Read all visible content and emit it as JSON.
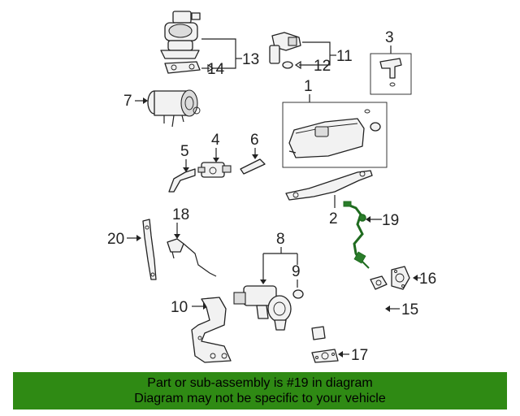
{
  "callouts": {
    "c1": "1",
    "c2": "2",
    "c3": "3",
    "c4": "4",
    "c5": "5",
    "c6": "6",
    "c7": "7",
    "c8": "8",
    "c9": "9",
    "c10": "10",
    "c11": "11",
    "c12": "12",
    "c13": "13",
    "c14": "14",
    "c15": "15",
    "c16": "16",
    "c17": "17",
    "c18": "18",
    "c19": "19",
    "c20": "20"
  },
  "banner": {
    "line1": "Part or sub-assembly is #19 in diagram",
    "line2": "Diagram may not be specific to your vehicle",
    "background": "#2f8a14"
  },
  "highlight_color": "#1f6b1f",
  "highlighted_part": "19"
}
